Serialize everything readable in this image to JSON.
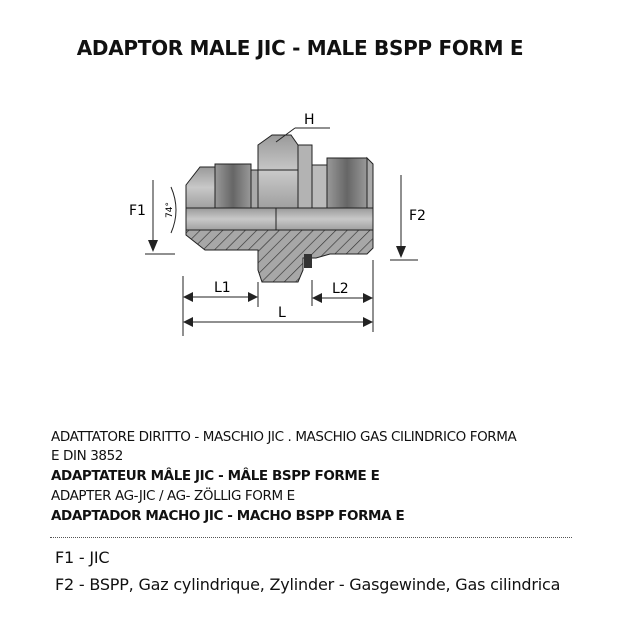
{
  "title": "ADAPTOR MALE JIC  - MALE BSPP FORM E",
  "diagram": {
    "labels": {
      "h": "H",
      "f1": "F1",
      "f2": "F2",
      "l1": "L1",
      "l2": "L2",
      "l": "L",
      "angle": "74°"
    }
  },
  "descriptions": [
    "ADATTATORE DIRITTO - MASCHIO JIC . MASCHIO GAS CILINDRICO FORMA",
    "E DIN 3852",
    "ADAPTATEUR MÂLE JIC - MÂLE BSPP  FORME E",
    "ADAPTER AG-JIC / AG- ZÖLLIG FORM E",
    "ADAPTADOR MACHO JIC - MACHO BSPP FORMA E"
  ],
  "threads": [
    "F1 -  JIC",
    "F2 - BSPP, Gaz cylindrique, Zylinder - Gasgewinde, Gas cilindrica"
  ]
}
